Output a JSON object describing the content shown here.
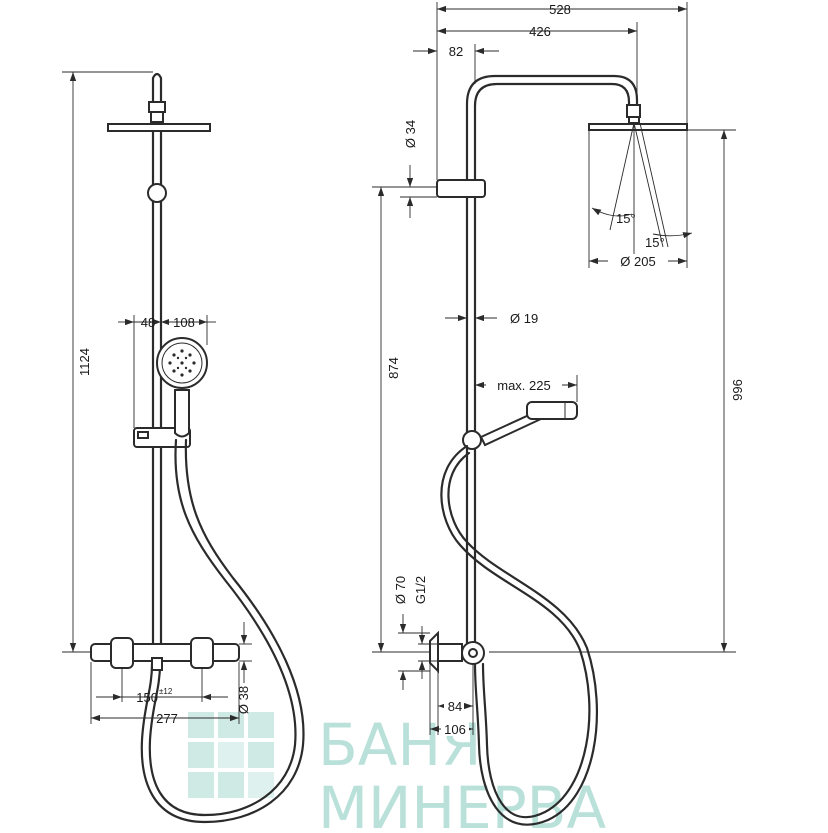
{
  "drawing": {
    "front_view": {
      "dimensions": {
        "total_height": "1124",
        "offset_48": "48",
        "handshower_108": "108",
        "center_distance": "150",
        "center_distance_tolerance": "±12",
        "body_length": "277",
        "body_diameter": "Ø 38"
      }
    },
    "side_view": {
      "dimensions": {
        "overall_width": "528",
        "arm_reach": "426",
        "pipe_offset": "82",
        "slider_diameter": "Ø 34",
        "riser_height": "874",
        "riser_diameter": "Ø 19",
        "hose_reach": "max. 225",
        "head_height": "996",
        "head_angle_left": "15°",
        "head_angle_right": "15°",
        "head_diameter": "Ø 205",
        "escutcheon_diameter": "Ø 70",
        "thread": "G1/2",
        "wall_offset_84": "84",
        "wall_offset_106": "106"
      }
    },
    "watermark": {
      "line1": "БАНЯ",
      "line2": "МИНЕРВА",
      "color": "#b9e1da"
    }
  }
}
